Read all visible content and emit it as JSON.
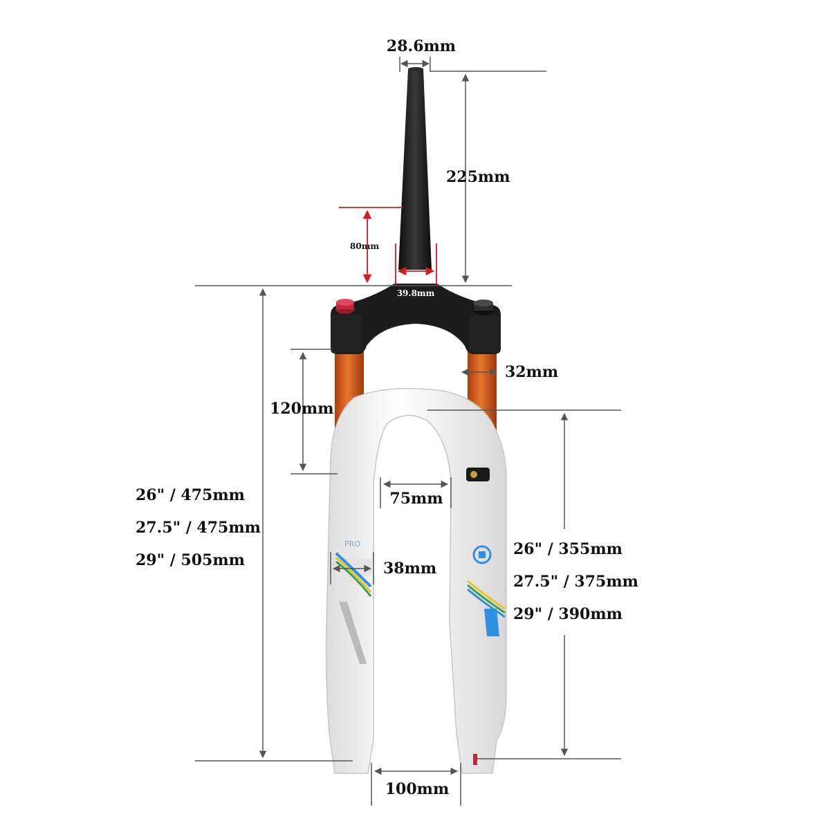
{
  "labels": {
    "steerer_diameter": "28.6mm",
    "steerer_length": "225mm",
    "taper_height": "80mm",
    "crown_base_diameter": "39.8mm",
    "stanchion_diameter": "32mm",
    "travel": "120mm",
    "inner_width": "75mm",
    "lower_leg_diameter": "38mm",
    "axle_spacing": "100mm",
    "axle_crown_26": "26\" / 475mm",
    "axle_crown_275": "27.5\" / 475mm",
    "axle_crown_29": "29\" / 505mm",
    "arch_height_26": "26\" / 355mm",
    "arch_height_275": "27.5\" / 375mm",
    "arch_height_29": "29\" / 390mm"
  },
  "colors": {
    "dimension_line": "#555555",
    "accent_dimension": "#d41a1a",
    "steerer": "#1a1a1a",
    "stanchion": "#d6611c",
    "lower_legs": "#f7f7f7",
    "blue_logo": "#2f8fe0"
  },
  "icons": {
    "rebound_knob": "red-knob-icon",
    "lockout_knob": "black-knob-icon",
    "air_valve": "air-valve-icon",
    "logo": "pro-logo-icon"
  }
}
